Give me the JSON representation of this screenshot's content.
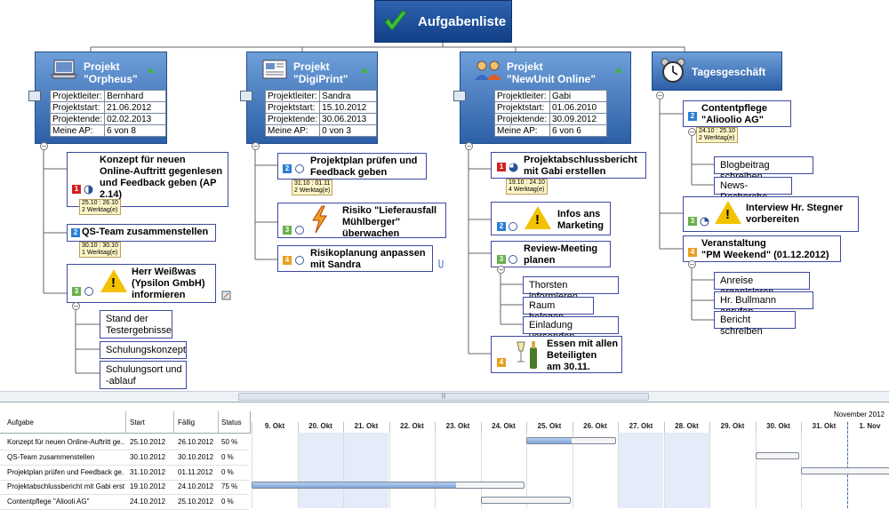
{
  "root": {
    "title": "Aufgabenliste",
    "icon": "check-icon"
  },
  "projects": [
    {
      "title": "Projekt\n\"Orpheus\"",
      "icon": "laptop-icon",
      "rows": [
        [
          "Projektleiter:",
          "Bernhard"
        ],
        [
          "Projektstart:",
          "21.06.2012"
        ],
        [
          "Projektende:",
          "02.02.2013"
        ],
        [
          "Meine AP:",
          "6 von 8"
        ]
      ]
    },
    {
      "title": "Projekt\n\"DigiPrint\"",
      "icon": "newspaper-icon",
      "rows": [
        [
          "Projektleiter:",
          "Sandra"
        ],
        [
          "Projektstart:",
          "15.10.2012"
        ],
        [
          "Projektende:",
          "30.06.2013"
        ],
        [
          "Meine AP:",
          "0 von 3"
        ]
      ]
    },
    {
      "title": "Projekt\n\"NewUnit Online\"",
      "icon": "team-icon",
      "rows": [
        [
          "Projektleiter:",
          "Gabi"
        ],
        [
          "Projektstart:",
          "01.06.2010"
        ],
        [
          "Projektende:",
          "30.09.2012"
        ],
        [
          "Meine AP:",
          "6 von 6"
        ]
      ]
    },
    {
      "title": "Tagesgeschäft",
      "icon": "alarm-clock-icon",
      "rows": []
    }
  ],
  "tasks": {
    "konzept": {
      "text": "Konzept für neuen\nOnline-Auftritt gegenlesen\nund Feedback geben (AP\n2.14)",
      "prio": "1",
      "date": "25.10 : 26.10\n2 Werktag(e)"
    },
    "qs": {
      "text": "QS-Team zusammenstellen",
      "prio": "2",
      "date": "30.10 : 30.10\n1 Werktag(e)"
    },
    "weiss": {
      "text": "Herr Weißwas\n(Ypsilon GmbH)\ninformieren",
      "prio": "3"
    },
    "stand": "Stand der\nTestergebnisse",
    "schulungskonzept": "Schulungskonzept",
    "schulungsort": "Schulungsort und\n-ablauf",
    "projektplan": {
      "text": "Projektplan prüfen und\nFeedback geben",
      "prio": "2",
      "date": "31.10 : 01.11\n2 Werktag(e)"
    },
    "risiko": {
      "text": "Risiko \"Lieferausfall\nMühlberger\"\nüberwachen",
      "prio": "3"
    },
    "risikoplanung": {
      "text": "Risikoplanung anpassen\nmit Sandra",
      "prio": "4"
    },
    "abschluss": {
      "text": "Projektabschlussbericht\nmit Gabi erstellen",
      "prio": "1",
      "date": "19.10 : 24.10\n4 Werktag(e)"
    },
    "infos": {
      "text": "Infos ans\nMarketing",
      "prio": "2"
    },
    "review": {
      "text": "Review-Meeting\nplanen",
      "prio": "3"
    },
    "thorsten": "Thorsten informieren",
    "raum": "Raum belegen",
    "einladung": "Einladung versenden",
    "essen": {
      "text": "Essen mit allen\nBeteiligten\nam 30.11.",
      "prio": "4"
    },
    "content": {
      "text": "Contentpflege\n\"Alioolio AG\"",
      "prio": "2",
      "date": "24.10 : 25.10\n2 Werktag(e)"
    },
    "blog": "Blogbeitrag schreiben",
    "news": "News-Recherche",
    "interview": {
      "text": "Interview Hr. Stegner\nvorbereiten",
      "prio": "3"
    },
    "veranst": {
      "text": "Veranstaltung\n\"PM Weekend\" (01.12.2012)",
      "prio": "4"
    },
    "anreise": "Anreise organisieren",
    "bullmann": "Hr. Bullmann anrufen",
    "bericht": "Bericht schreiben"
  },
  "gantt": {
    "headers": {
      "task": "Aufgabe",
      "start": "Start",
      "due": "Fällig",
      "status": "Status"
    },
    "month": "November 2012",
    "days": [
      "9. Okt",
      "20. Okt",
      "21. Okt",
      "22. Okt",
      "23. Okt",
      "24. Okt",
      "25. Okt",
      "26. Okt",
      "27. Okt",
      "28. Okt",
      "29. Okt",
      "30. Okt",
      "31. Okt",
      "1. Nov"
    ],
    "rows": [
      {
        "task": "Konzept für neuen Online-Auftritt ge...",
        "start": "25.10.2012",
        "due": "26.10.2012",
        "status": "50 %",
        "from": 6,
        "to": 8,
        "progress": 0.5
      },
      {
        "task": "QS-Team zusammenstellen",
        "start": "30.10.2012",
        "due": "30.10.2012",
        "status": "0 %",
        "from": 11,
        "to": 12,
        "progress": 0
      },
      {
        "task": "Projektplan prüfen und Feedback ge...",
        "start": "31.10.2012",
        "due": "01.11.2012",
        "status": "0 %",
        "from": 12,
        "to": 14,
        "progress": 0
      },
      {
        "task": "Projektabschlussbericht mit Gabi erst...",
        "start": "19.10.2012",
        "due": "24.10.2012",
        "status": "75 %",
        "from": 0,
        "to": 6,
        "progress": 0.75
      },
      {
        "task": "Contentpflege  \"Aliooli AG\"",
        "start": "24.10.2012",
        "due": "25.10.2012",
        "status": "0 %",
        "from": 5,
        "to": 7,
        "progress": 0
      }
    ]
  }
}
